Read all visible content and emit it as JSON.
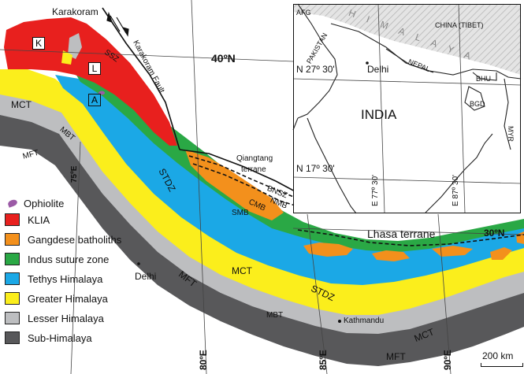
{
  "colors": {
    "klia": "#e8201e",
    "gangdese": "#f3901c",
    "indus": "#2aa845",
    "tethys": "#1ba8e6",
    "greater": "#fbee1c",
    "lesser": "#bdbec0",
    "sub": "#58585a",
    "ophiolite": "#9b5aa6"
  },
  "map": {
    "labels": {
      "karakoram": "Karakoram",
      "karakoram_fault": "Karakoram Fault",
      "ssz": "SSZ",
      "lat40": "40ºN",
      "lat30": "30ºN",
      "mct_west": "MCT",
      "mct_central": "MCT",
      "mct_east": "MCT",
      "mbt_west": "MBT",
      "mbt_central": "MBT",
      "mft_west": "MFT",
      "mft_central": "MFT",
      "mft_south": "MFT",
      "lon75": "75ºE",
      "lon80": "80ºE",
      "lon85": "85ºE",
      "lon90": "90ºE",
      "stdz_west": "STDZ",
      "stdz_central": "STDZ",
      "qiangtang_1": "Qiangtang",
      "qiangtang_2": "terrane",
      "bnsz": "BNSZ",
      "nmb": "NMB",
      "cmb": "CMB",
      "smb": "SMB",
      "lhasa": "Lhasa terrane",
      "delhi": "Delhi",
      "kathmandu": "Kathmandu",
      "scale": "200 km",
      "box_k": "K",
      "box_l": "L",
      "box_a": "A"
    }
  },
  "inset": {
    "afg": "AFG",
    "pakistan": "PAKISTAN",
    "himalaya": "H I M A L A Y A",
    "china": "CHINA (TIBET)",
    "nepal": "NEPAL",
    "bhu": "BHU",
    "bgd": "BGD",
    "myr": "MYR",
    "india": "INDIA",
    "delhi": "Delhi",
    "lat27": "N 27º 30'",
    "lat17": "N 17º 30'",
    "lon77": "E 77º 30'",
    "lon87": "E 87º 30'"
  },
  "legend": {
    "items": [
      {
        "key": "ophiolite",
        "label": "Ophiolite"
      },
      {
        "key": "klia",
        "label": "KLIA"
      },
      {
        "key": "gangdese",
        "label": "Gangdese batholiths"
      },
      {
        "key": "indus",
        "label": "Indus suture zone"
      },
      {
        "key": "tethys",
        "label": "Tethys Himalaya"
      },
      {
        "key": "greater",
        "label": "Greater Himalaya"
      },
      {
        "key": "lesser",
        "label": "Lesser Himalaya"
      },
      {
        "key": "sub",
        "label": "Sub-Himalaya"
      }
    ]
  }
}
